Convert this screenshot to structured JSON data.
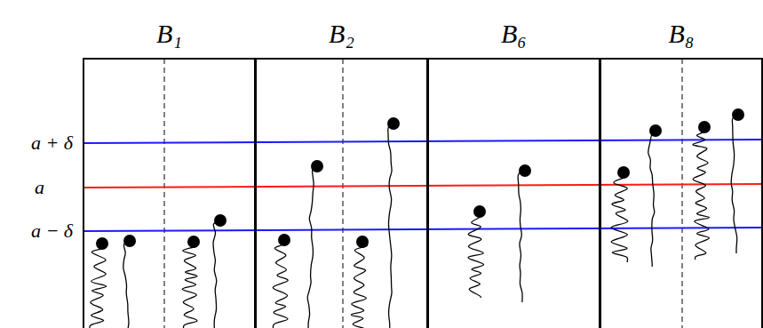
{
  "diagram": {
    "nodes": [
      {
        "text": [
          "B₁"
        ]
      },
      {
        "text": [
          "B₂"
        ]
      },
      {
        "text": [
          "B₆"
        ]
      },
      {
        "text": [
          "B₈"
        ]
      }
    ],
    "labels": [
      "a + δ",
      "a",
      "a − δ"
    ]
  }
}
